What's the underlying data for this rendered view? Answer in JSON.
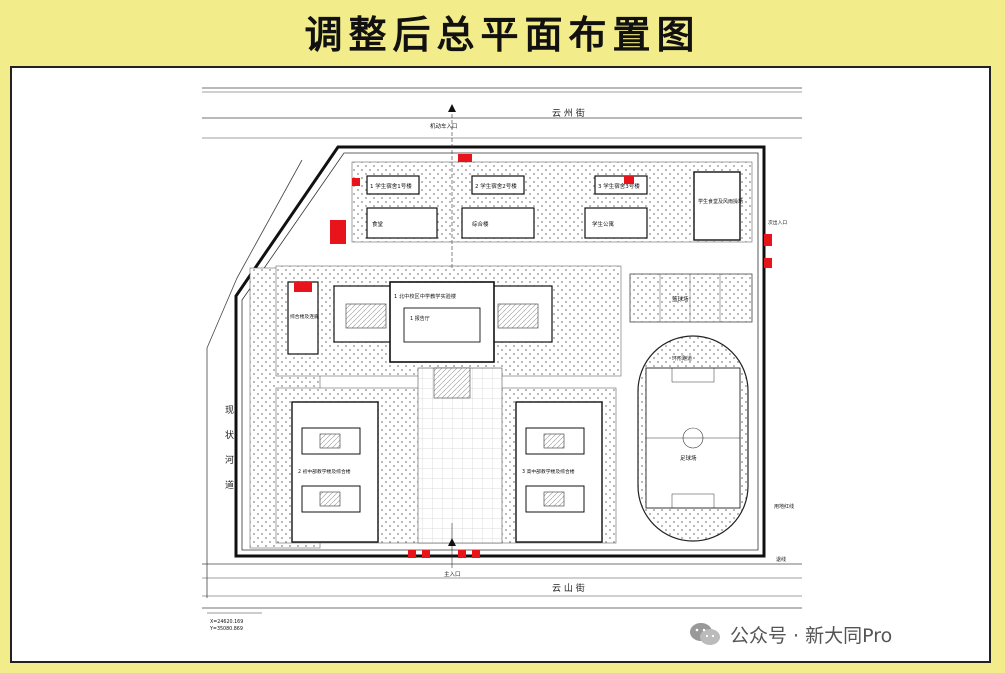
{
  "title": "调整后总平面布置图",
  "roads": {
    "north": "云 州 街",
    "south": "云 山 街",
    "west": [
      "现",
      "状",
      "河",
      "道"
    ]
  },
  "entrances": {
    "north": "机动车入口",
    "south": "主入口"
  },
  "buildings": {
    "dorm_1": "1 学生宿舍1号楼",
    "dorm_2": "2 学生宿舍2号楼",
    "dorm_3": "3 学生宿舍3号楼",
    "canteen": "食堂",
    "comprehensive": "综合楼",
    "apartment": "学生公寓",
    "sports_hall": "学生食堂及风雨操场",
    "main_building": "1 北中校区中学教学实验楼",
    "main_inner": "1 报告厅",
    "west_building": "综合楼及连廊",
    "teaching_left": "2 初中部教学楼及综合楼",
    "teaching_right": "3 高中部教学楼及综合楼",
    "basketball": "篮球场",
    "football": "足球场",
    "track": "环形跑道",
    "north_side_gate": "次出入口"
  },
  "notes": {
    "south_right": "退线",
    "east": "用地红线",
    "coord_1": "X=24620.169",
    "coord_2": "Y=35080.869"
  },
  "watermark": "公众号 · 新大同Pro",
  "colors": {
    "background": "#f3ec8a",
    "highlight_red": "#e8141b",
    "line": "#222222"
  }
}
